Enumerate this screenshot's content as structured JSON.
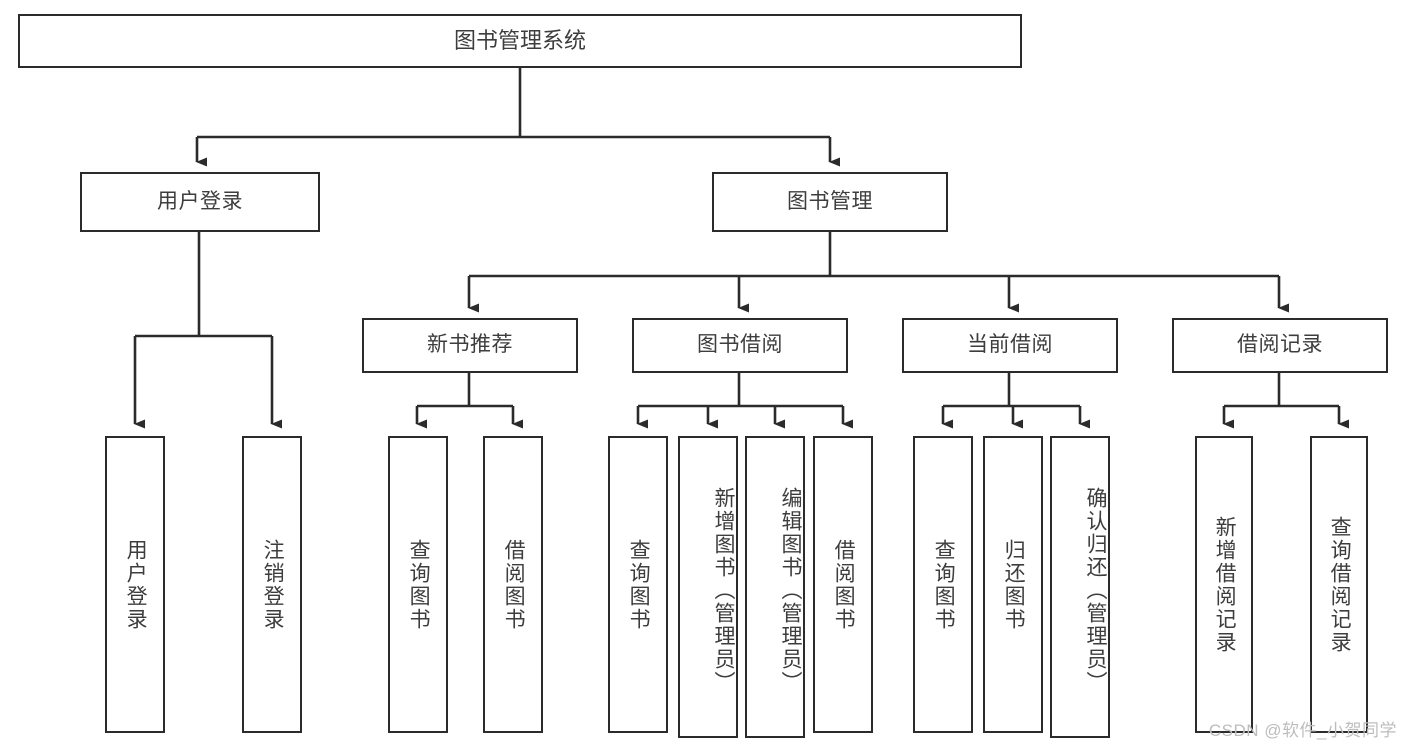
{
  "diagram": {
    "title": "图书管理系统",
    "type": "tree",
    "stroke_color": "#2b2b2b",
    "text_color": "#3d3d3d",
    "background_color": "#ffffff",
    "nodes": {
      "root": {
        "label": "图书管理系统"
      },
      "level2": [
        {
          "label": "用户登录"
        },
        {
          "label": "图书管理"
        }
      ],
      "level3": [
        {
          "label": "新书推荐"
        },
        {
          "label": "图书借阅"
        },
        {
          "label": "当前借阅"
        },
        {
          "label": "借阅记录"
        }
      ],
      "leaves": {
        "user_login": [
          {
            "label": "用户登录"
          },
          {
            "label": "注销登录"
          }
        ],
        "new_book": [
          {
            "label": "查询图书"
          },
          {
            "label": "借阅图书"
          }
        ],
        "book_borrow": [
          {
            "label": "查询图书"
          },
          {
            "label": "新增图书（管理员）"
          },
          {
            "label": "编辑图书（管理员）"
          },
          {
            "label": "借阅图书"
          }
        ],
        "current_borrow": [
          {
            "label": "查询图书"
          },
          {
            "label": "归还图书"
          },
          {
            "label": "确认归还（管理员）"
          }
        ],
        "borrow_record": [
          {
            "label": "新增借阅记录"
          },
          {
            "label": "查询借阅记录"
          }
        ]
      }
    }
  },
  "watermark": {
    "text": "CSDN @软件_小贺同学"
  }
}
